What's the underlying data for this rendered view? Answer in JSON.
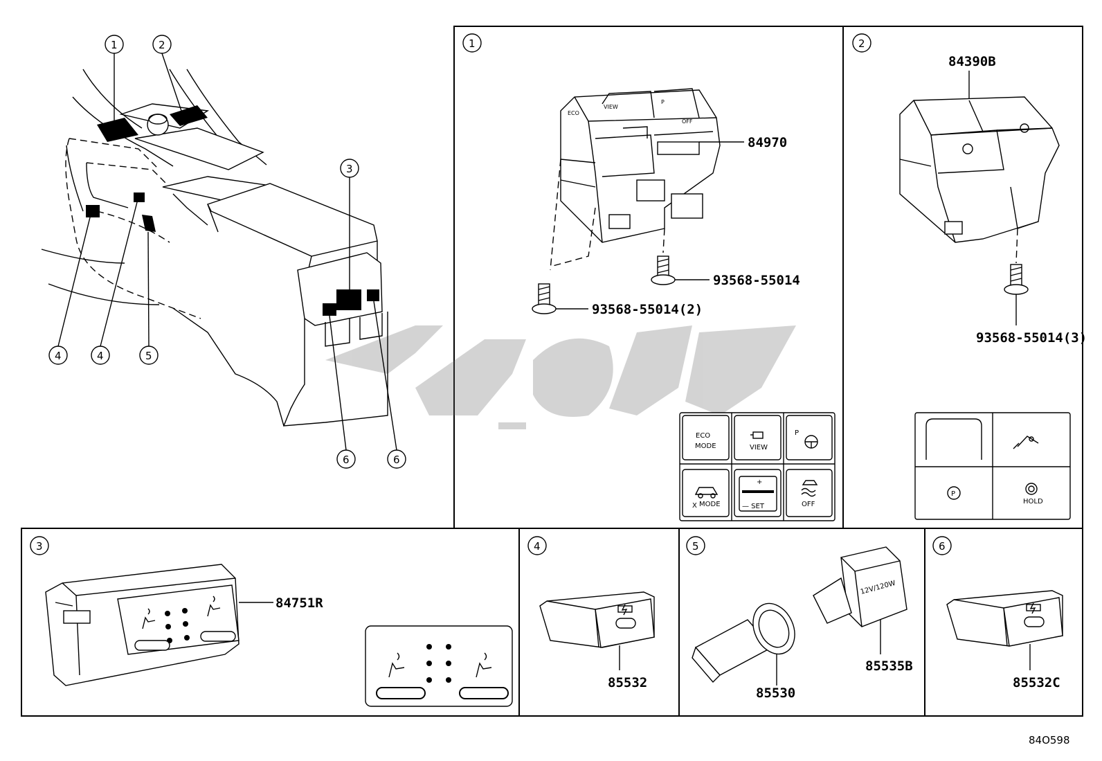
{
  "watermark": "تو یار",
  "drawing_code": "84O598",
  "callouts": [
    "1",
    "2",
    "3",
    "4",
    "5",
    "6"
  ],
  "panel1": {
    "callout": "1",
    "part_switch": "84970",
    "part_screw_a": "93568-55014",
    "part_screw_b": "93568-55014(2)",
    "buttons": {
      "eco_line1": "ECO",
      "eco_line2": "MODE",
      "view": "VIEW",
      "p_label": "P",
      "xmode": "MODE",
      "xmode_prefix": "X",
      "plus": "+",
      "set": "— SET",
      "off": "OFF"
    }
  },
  "panel2": {
    "callout": "2",
    "part_switch": "84390B",
    "part_screw": "93568-55014(3)",
    "buttons": {
      "hold": "HOLD",
      "p_label": "P"
    }
  },
  "panel3": {
    "callout": "3",
    "part": "84751R"
  },
  "panel4": {
    "callout": "4",
    "part": "85532"
  },
  "panel5": {
    "callout": "5",
    "part_socket": "85530",
    "part_cap": "85535B",
    "cap_text": "12V/120W"
  },
  "panel6": {
    "callout": "6",
    "part": "85532C"
  }
}
